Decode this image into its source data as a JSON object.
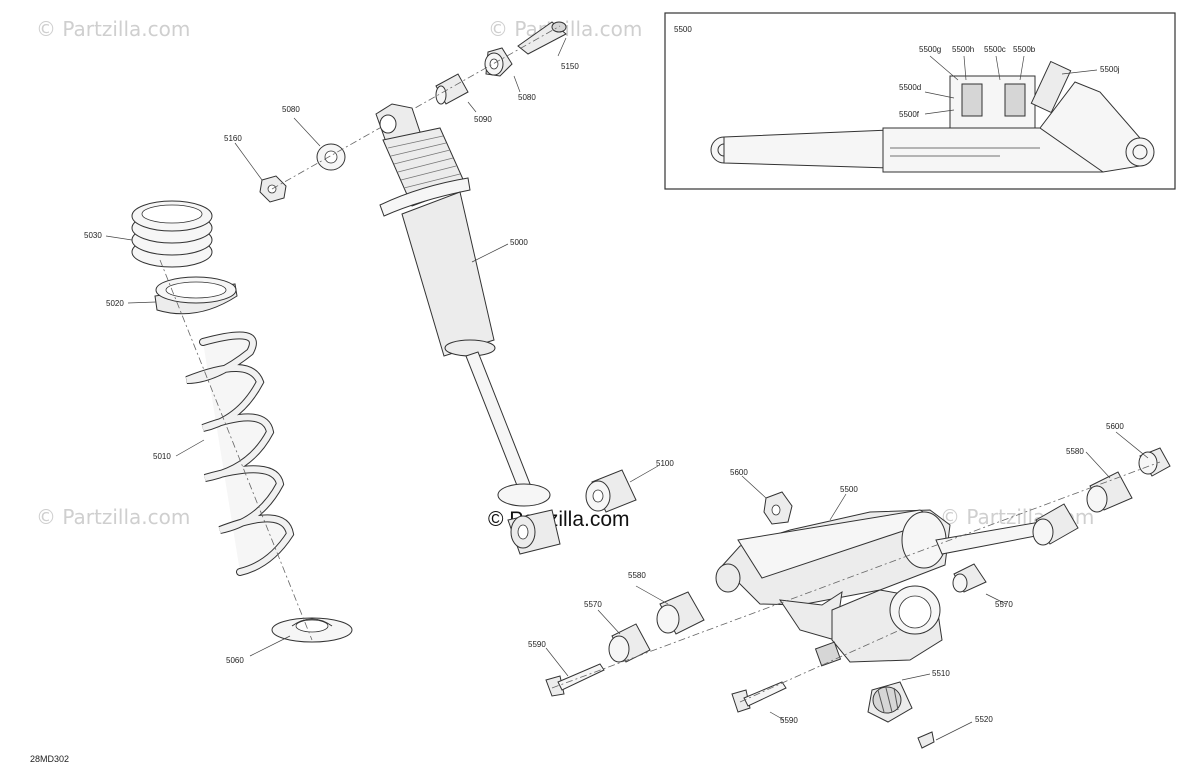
{
  "watermarks": {
    "small": "© Partzilla.com",
    "main": "© Partzilla.com"
  },
  "diagram_code": "28MD302",
  "inset": {
    "title": "5500",
    "labels": {
      "g": "5500g",
      "h": "5500h",
      "c": "5500c",
      "b": "5500b",
      "j": "5500j",
      "d": "5500d",
      "f": "5500f"
    }
  },
  "callouts": {
    "c5150": "5150",
    "c5080a": "5080",
    "c5090": "5090",
    "c5080b": "5080",
    "c5160": "5160",
    "c5030": "5030",
    "c5020": "5020",
    "c5000": "5000",
    "c5010": "5010",
    "c5060": "5060",
    "c5100": "5100",
    "c5600a": "5600",
    "c5500": "5500",
    "c5600b": "5600",
    "c5580a": "5580",
    "c5580b": "5580",
    "c5570a": "5570",
    "c5570b": "5570",
    "c5590a": "5590",
    "c5590b": "5590",
    "c5510": "5510",
    "c5520": "5520"
  }
}
